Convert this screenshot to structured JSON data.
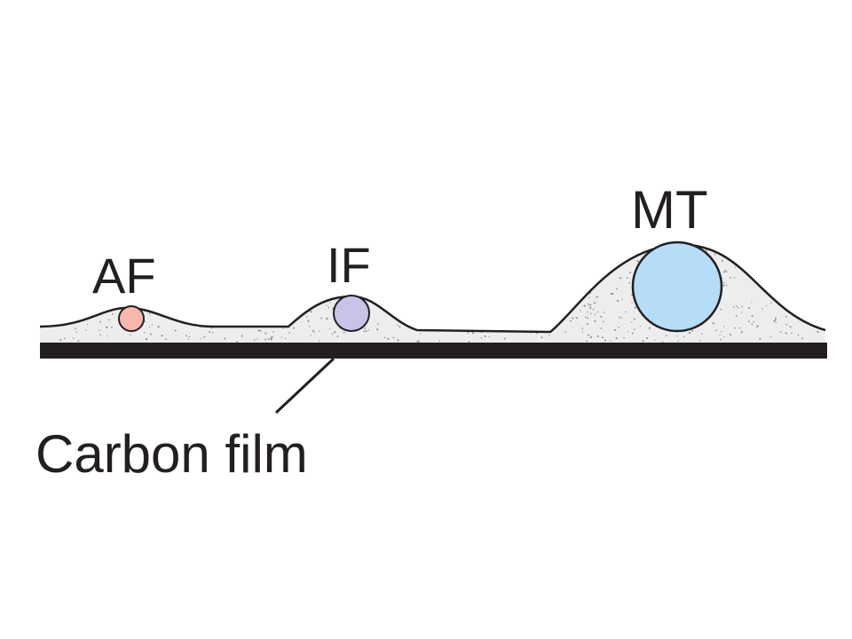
{
  "labels": {
    "af": "AF",
    "if": "IF",
    "mt": "MT",
    "carbon_film": "Carbon film"
  },
  "colors": {
    "background": "#ffffff",
    "ink": "#231f20",
    "stain": "#ededed",
    "stain_dots": "#8a8a8a",
    "af_fill": "#f7b7ad",
    "if_fill": "#c9c3ea",
    "mt_fill": "#b5ddf8"
  }
}
